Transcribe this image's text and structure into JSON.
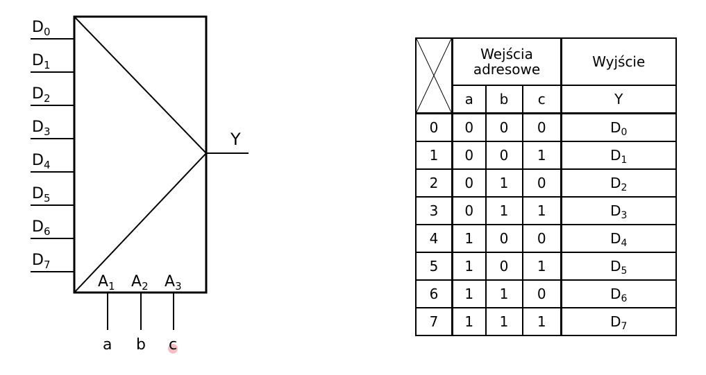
{
  "diagram": {
    "data_inputs": [
      {
        "base": "D",
        "sub": "0"
      },
      {
        "base": "D",
        "sub": "1"
      },
      {
        "base": "D",
        "sub": "2"
      },
      {
        "base": "D",
        "sub": "3"
      },
      {
        "base": "D",
        "sub": "4"
      },
      {
        "base": "D",
        "sub": "5"
      },
      {
        "base": "D",
        "sub": "6"
      },
      {
        "base": "D",
        "sub": "7"
      }
    ],
    "address_pins": [
      {
        "base": "A",
        "sub": "1"
      },
      {
        "base": "A",
        "sub": "2"
      },
      {
        "base": "A",
        "sub": "3"
      }
    ],
    "address_signals": [
      "a",
      "b",
      "c"
    ],
    "output_label": "Y",
    "highlight_color": "#e8474a"
  },
  "table": {
    "header_group": "Wejścia adresowe",
    "header_output": "Wyjście",
    "address_columns": [
      "a",
      "b",
      "c"
    ],
    "output_column": "Y",
    "rows": [
      {
        "n": "0",
        "a": "0",
        "b": "0",
        "c": "0",
        "y_base": "D",
        "y_sub": "0"
      },
      {
        "n": "1",
        "a": "0",
        "b": "0",
        "c": "1",
        "y_base": "D",
        "y_sub": "1"
      },
      {
        "n": "2",
        "a": "0",
        "b": "1",
        "c": "0",
        "y_base": "D",
        "y_sub": "2"
      },
      {
        "n": "3",
        "a": "0",
        "b": "1",
        "c": "1",
        "y_base": "D",
        "y_sub": "3"
      },
      {
        "n": "4",
        "a": "1",
        "b": "0",
        "c": "0",
        "y_base": "D",
        "y_sub": "4"
      },
      {
        "n": "5",
        "a": "1",
        "b": "0",
        "c": "1",
        "y_base": "D",
        "y_sub": "5"
      },
      {
        "n": "6",
        "a": "1",
        "b": "1",
        "c": "0",
        "y_base": "D",
        "y_sub": "6"
      },
      {
        "n": "7",
        "a": "1",
        "b": "1",
        "c": "1",
        "y_base": "D",
        "y_sub": "7"
      }
    ]
  }
}
